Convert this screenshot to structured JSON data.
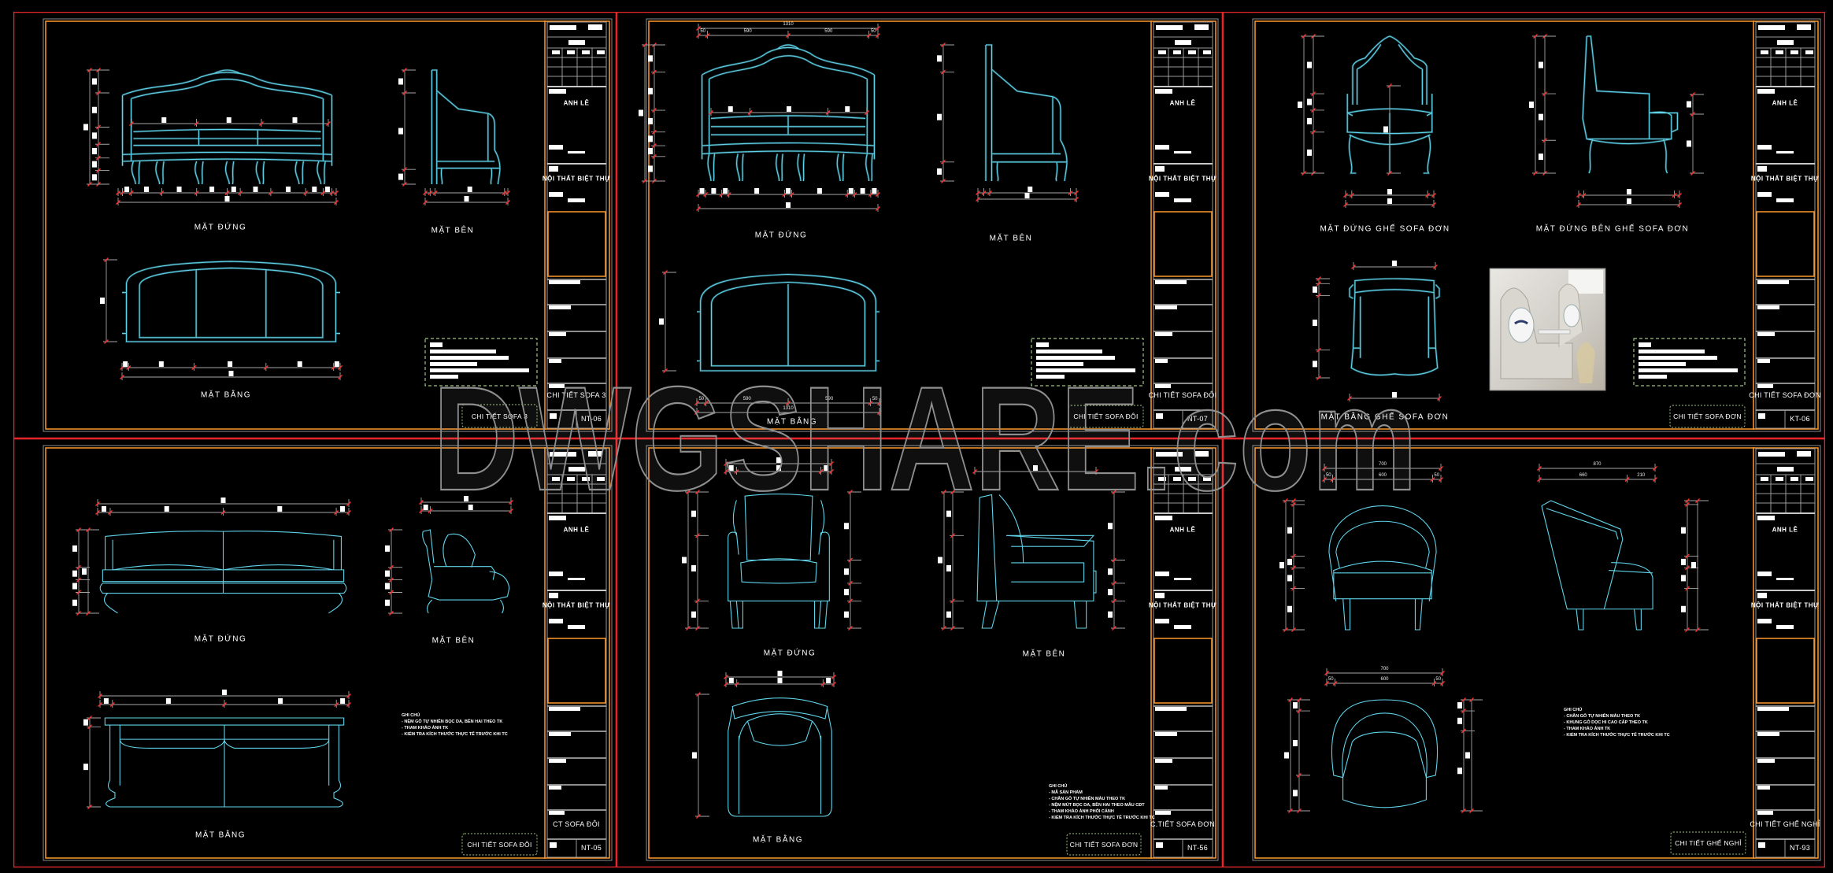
{
  "watermark": "DWGSHARE.com",
  "colors": {
    "background": "#000000",
    "furniture_line": "#5fd3ea",
    "sheet_border": "#e3262a",
    "frame_border": "#ff9a2e",
    "dimension_line": "#a6a6a6",
    "dimension_tick": "#ff2a2a",
    "notes_box": "#9cc47e"
  },
  "sheets": [
    {
      "client": "ANH LÊ",
      "project": "NỘI THẤT BIỆT THỰ",
      "title": "CHI TIẾT SOFA 3",
      "stamp": "CHI TIẾT SOFA 3",
      "number": "NT-06",
      "views": [
        "MẶT ĐỨNG",
        "MẶT BÊN",
        "MẶT BẰNG"
      ]
    },
    {
      "client": "ANH LÊ",
      "project": "NỘI THẤT BIỆT THỰ",
      "title": "CHI TIẾT SOFA ĐÔI",
      "stamp": "CHI TIẾT SOFA ĐÔI",
      "number": "NT-07",
      "views": [
        "MẶT ĐỨNG",
        "MẶT BÊN",
        "MẶT BẰNG"
      ],
      "dims": {
        "front_total": "1310",
        "front_chain": [
          "50",
          "590",
          "590",
          "50"
        ],
        "plan_total": "1310",
        "plan_chain": [
          "50",
          "590",
          "590",
          "50"
        ]
      }
    },
    {
      "client": "ANH LÊ",
      "project": "NỘI THẤT BIỆT THỰ",
      "title": "CHI TIẾT SOFA ĐƠN",
      "stamp": "CHI TIẾT SOFA ĐƠN",
      "number": "KT-06",
      "views": [
        "MẶT ĐỨNG GHẾ SOFA ĐƠN",
        "MẶT ĐỨNG BÊN GHẾ SOFA ĐƠN",
        "MẶT BẰNG GHẾ SOFA ĐƠN"
      ],
      "photo": "product-photo"
    },
    {
      "client": "ANH LÊ",
      "project": "NỘI THẤT BIỆT THỰ",
      "title": "CT SOFA ĐÔI",
      "stamp": "CHI TIẾT SOFA ĐÔI",
      "number": "NT-05",
      "views": [
        "MẶT ĐỨNG",
        "MẶT BÊN",
        "MẶT BẰNG"
      ],
      "notes": [
        "GHI CHÚ",
        "- NỆM GỖ TỰ NHIÊN BỌC DA, BỀN HAI THEO TK",
        "- THAM KHẢO ẢNH TK",
        "- KIỂM TRA KÍCH THƯỚC THỰC TẾ TRƯỚC KHI TC"
      ]
    },
    {
      "client": "ANH LÊ",
      "project": "NỘI THẤT BIỆT THỰ",
      "title": "C.TIẾT SOFA ĐƠN",
      "stamp": "CHI TIẾT SOFA ĐƠN",
      "number": "NT-56",
      "views": [
        "MẶT ĐỨNG",
        "MẶT BÊN",
        "MẶT BẰNG"
      ],
      "notes": [
        "GHI CHÚ",
        "- MÃ SẢN PHẨM",
        "- CHÂN GỖ TỰ NHIÊN MÀU THEO TK",
        "- NỆM MÚT BỌC DA, BỀN HAI THEO MẪU CĐT",
        "- THAM KHẢO ẢNH PHỐI CẢNH",
        "- KIỂM TRA KÍCH THƯỚC THỰC TẾ TRƯỚC KHI TC"
      ]
    },
    {
      "client": "ANH LÊ",
      "project": "NỘI THẤT BIỆT THỰ",
      "title": "CHI TIẾT GHẾ NGHỈ",
      "stamp": "CHI TIẾT GHẾ NGHỈ",
      "number": "NT-93",
      "views": [],
      "notes": [
        "GHI CHÚ",
        "- CHÂN GỖ TỰ NHIÊN MÀU THEO TK",
        "- KHUNG GỖ DỌC HI CAO CẤP THEO TK",
        "- THAM KHẢO ẢNH TK",
        "- KIỂM TRA KÍCH THƯỚC THỰC TẾ TRƯỚC KHI TC"
      ],
      "dims": {
        "front_total": "700",
        "front_chain": [
          "50",
          "600",
          "50"
        ],
        "side_total": "870",
        "side_chain": [
          "660",
          "210"
        ],
        "plan_total": "700",
        "plan_chain": [
          "50",
          "600",
          "50"
        ]
      }
    }
  ]
}
